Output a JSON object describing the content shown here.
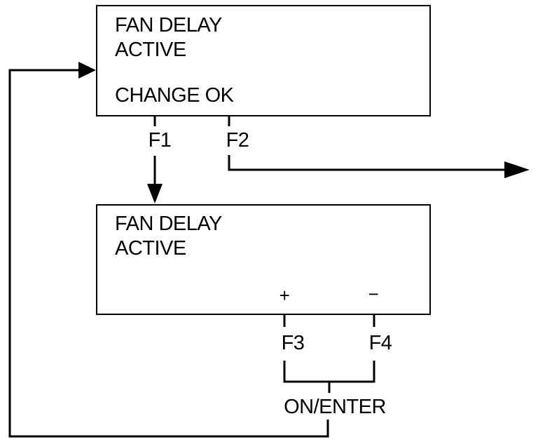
{
  "screen_main": {
    "line1": "FAN DELAY",
    "line2": "ACTIVE",
    "line4": "CHANGE OK"
  },
  "screen_edit": {
    "line1": "FAN DELAY",
    "line2": "ACTIVE",
    "plus_symbol": "+",
    "minus_symbol": "−"
  },
  "keys": {
    "f1": "F1",
    "f2": "F2",
    "f3": "F3",
    "f4": "F4",
    "enter": "ON/ENTER"
  },
  "colors": {
    "ink": "#000000",
    "paper": "#ffffff"
  }
}
